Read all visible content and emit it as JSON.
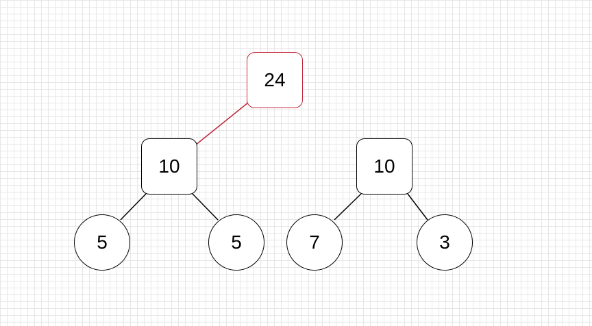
{
  "diagram": {
    "highlight_color": "#c0283a",
    "stroke_color": "#000000",
    "nodes": {
      "root": {
        "label": "24",
        "shape": "rounded-square",
        "highlighted": true
      },
      "left_parent": {
        "label": "10",
        "shape": "rounded-square"
      },
      "right_parent": {
        "label": "10",
        "shape": "rounded-square"
      },
      "left_left_leaf": {
        "label": "5",
        "shape": "circle"
      },
      "left_right_leaf": {
        "label": "5",
        "shape": "circle"
      },
      "right_left_leaf": {
        "label": "7",
        "shape": "circle"
      },
      "right_right_leaf": {
        "label": "3",
        "shape": "circle"
      }
    },
    "edges": [
      {
        "from": "root",
        "to": "left_parent",
        "highlighted": true
      },
      {
        "from": "left_parent",
        "to": "left_left_leaf"
      },
      {
        "from": "left_parent",
        "to": "left_right_leaf"
      },
      {
        "from": "right_parent",
        "to": "right_left_leaf"
      },
      {
        "from": "right_parent",
        "to": "right_right_leaf"
      }
    ]
  }
}
